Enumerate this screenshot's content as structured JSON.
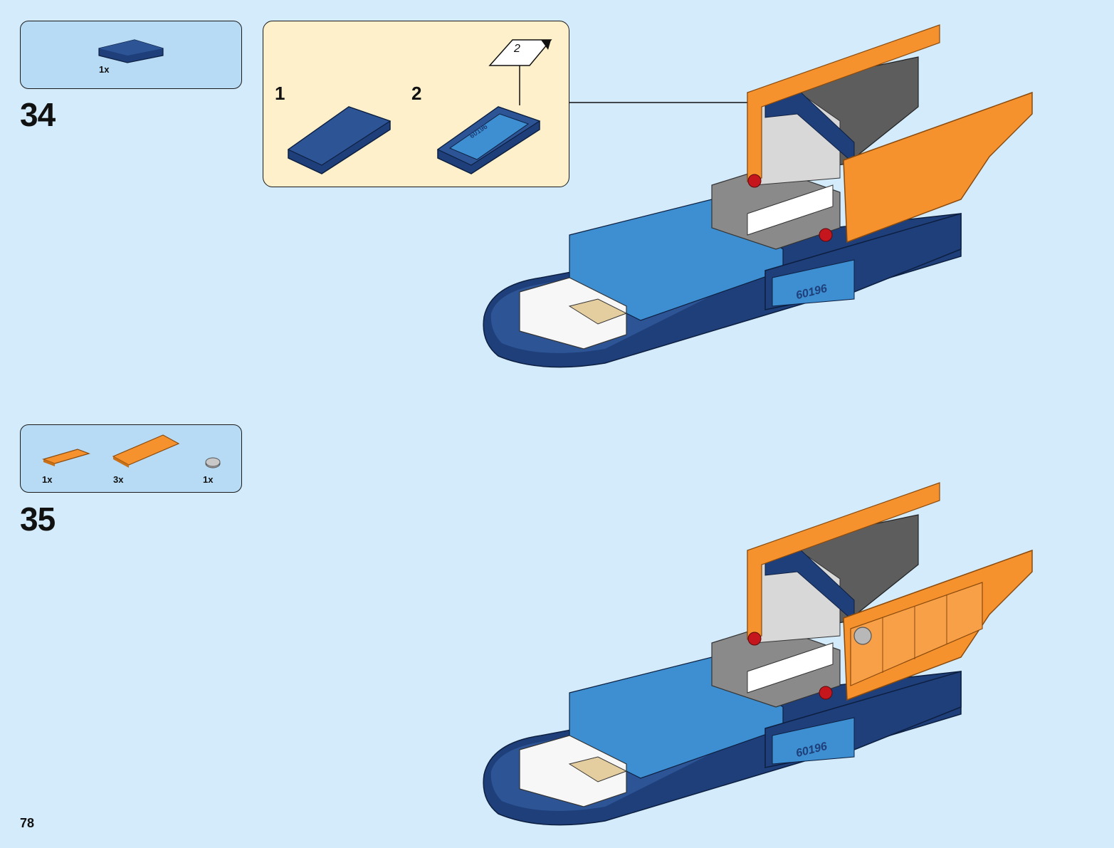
{
  "page_number": "78",
  "steps": [
    {
      "number": "34",
      "parts": [
        {
          "qty": "1x",
          "icon": "dark-blue-curved-slope-icon",
          "color": "#1f3f7a"
        }
      ],
      "sub_assembly": {
        "sub_steps": [
          {
            "number": "1"
          },
          {
            "number": "2"
          }
        ],
        "sticker_callout": "2",
        "sticker_text": "60196"
      },
      "model_sticker_text": "60196"
    },
    {
      "number": "35",
      "parts": [
        {
          "qty": "1x",
          "icon": "orange-tile-small-icon",
          "color": "#f5922e"
        },
        {
          "qty": "3x",
          "icon": "orange-tile-large-icon",
          "color": "#f5922e"
        },
        {
          "qty": "1x",
          "icon": "grey-round-tile-icon",
          "color": "#a8a8a8"
        }
      ],
      "model_sticker_text": "60196"
    }
  ],
  "colors": {
    "page_bg": "#d3ebfa",
    "parts_bg": "#b7dbf5",
    "sub_bg": "#fdf0cb",
    "dark_blue": "#1f3f7a",
    "medium_blue": "#3d8fd1",
    "orange": "#f5922e",
    "grey": "#6d6d6d",
    "white": "#f7f7f7",
    "tan": "#e4cd9e",
    "red": "#c4161c"
  }
}
